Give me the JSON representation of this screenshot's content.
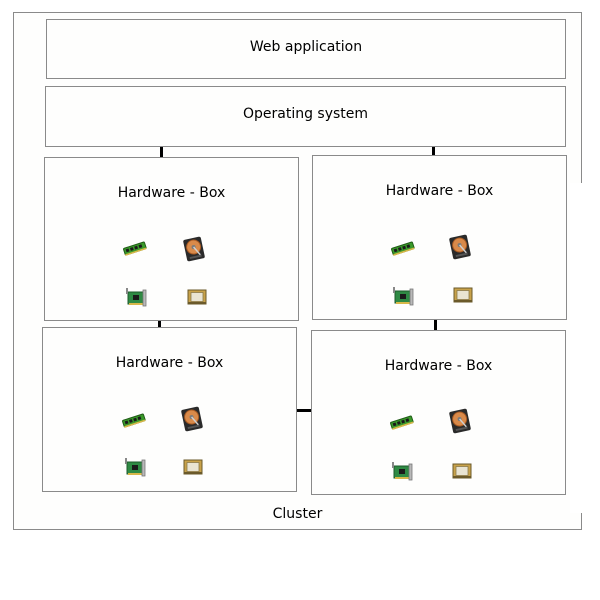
{
  "diagram": {
    "web_application": "Web application",
    "operating_system": "Operating system",
    "cluster": "Cluster",
    "hardware_boxes": [
      {
        "label": "Hardware - Box",
        "components": [
          "ram-module-icon",
          "hard-disk-icon",
          "network-card-icon",
          "cpu-chip-icon"
        ]
      },
      {
        "label": "Hardware - Box",
        "components": [
          "ram-module-icon",
          "hard-disk-icon",
          "network-card-icon",
          "cpu-chip-icon"
        ]
      },
      {
        "label": "Hardware - Box",
        "components": [
          "ram-module-icon",
          "hard-disk-icon",
          "network-card-icon",
          "cpu-chip-icon"
        ]
      },
      {
        "label": "Hardware - Box",
        "components": [
          "ram-module-icon",
          "hard-disk-icon",
          "network-card-icon",
          "cpu-chip-icon"
        ]
      }
    ],
    "colors": {
      "border": "#8a8a8a",
      "connector": "#000000",
      "ram_green": "#3a9a2a",
      "disk_orange": "#d98a4a",
      "chip_gold": "#c8a24a"
    }
  }
}
